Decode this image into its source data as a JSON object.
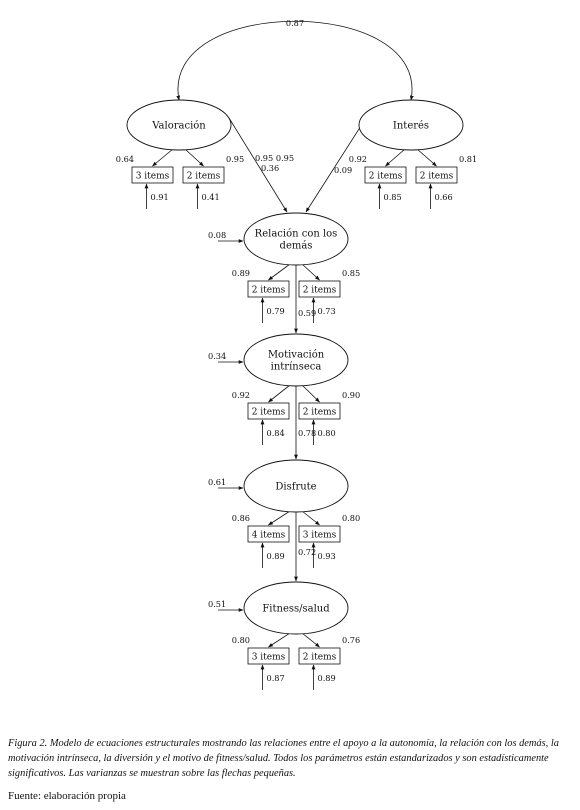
{
  "diagram": {
    "latents": [
      {
        "id": "valoracion",
        "lines": [
          "Valoración"
        ]
      },
      {
        "id": "interes",
        "lines": [
          "Interés"
        ]
      },
      {
        "id": "relacion",
        "lines": [
          "Relación con los",
          "demás"
        ]
      },
      {
        "id": "motivacion",
        "lines": [
          "Motivación",
          "intrínseca"
        ]
      },
      {
        "id": "disfrute",
        "lines": [
          "Disfrute"
        ]
      },
      {
        "id": "fitness",
        "lines": [
          "Fitness/salud"
        ]
      }
    ],
    "correlation": {
      "from": "valoracion",
      "to": "interes",
      "value": "0.87"
    },
    "paths": [
      {
        "from": "valoracion",
        "to": "relacion",
        "values": [
          "0.95 0.95",
          "0.36"
        ]
      },
      {
        "from": "interes",
        "to": "relacion",
        "values": [
          "0.09"
        ]
      },
      {
        "from": "relacion",
        "to": "motivacion",
        "values": [
          "0.59"
        ]
      },
      {
        "from": "motivacion",
        "to": "disfrute",
        "values": [
          "0.78"
        ]
      },
      {
        "from": "disfrute",
        "to": "fitness",
        "values": [
          "0.72"
        ]
      }
    ],
    "disturbances": [
      {
        "node": "relacion",
        "value": "0.08"
      },
      {
        "node": "motivacion",
        "value": "0.34"
      },
      {
        "node": "disfrute",
        "value": "0.61"
      },
      {
        "node": "fitness",
        "value": "0.51"
      }
    ],
    "indicators": [
      {
        "node": "valoracion",
        "label": "3 items",
        "loading": "0.64",
        "error": "0.91"
      },
      {
        "node": "valoracion",
        "label": "2 items",
        "loading": "0.95",
        "error": "0.41"
      },
      {
        "node": "interes",
        "label": "2 items",
        "loading": "0.92",
        "error": "0.85"
      },
      {
        "node": "interes",
        "label": "2 items",
        "loading": "0.81",
        "error": "0.66"
      },
      {
        "node": "relacion",
        "label": "2 items",
        "loading": "0.89",
        "error": "0.79"
      },
      {
        "node": "relacion",
        "label": "2 items",
        "loading": "0.85",
        "error": "0.73"
      },
      {
        "node": "motivacion",
        "label": "2 items",
        "loading": "0.92",
        "error": "0.84"
      },
      {
        "node": "motivacion",
        "label": "2 items",
        "loading": "0.90",
        "error": "0.80"
      },
      {
        "node": "disfrute",
        "label": "4 items",
        "loading": "0.86",
        "error": "0.89"
      },
      {
        "node": "disfrute",
        "label": "3 items",
        "loading": "0.80",
        "error": "0.93"
      },
      {
        "node": "fitness",
        "label": "3 items",
        "loading": "0.80",
        "error": "0.87"
      },
      {
        "node": "fitness",
        "label": "2 items",
        "loading": "0.76",
        "error": "0.89"
      }
    ]
  },
  "caption": {
    "figure_label": "Figura 2.",
    "text": "Modelo de ecuaciones estructurales mostrando las relaciones entre el apoyo a la autonomía, la relación con los demás, la motivación intrínseca, la diversión y el motivo de fitness/salud. Todos los parámetros están estandarizados y son estadísticamente significativos. Las varianzas se muestran sobre las flechas pequeñas."
  },
  "source": "Fuente: elaboración propia"
}
